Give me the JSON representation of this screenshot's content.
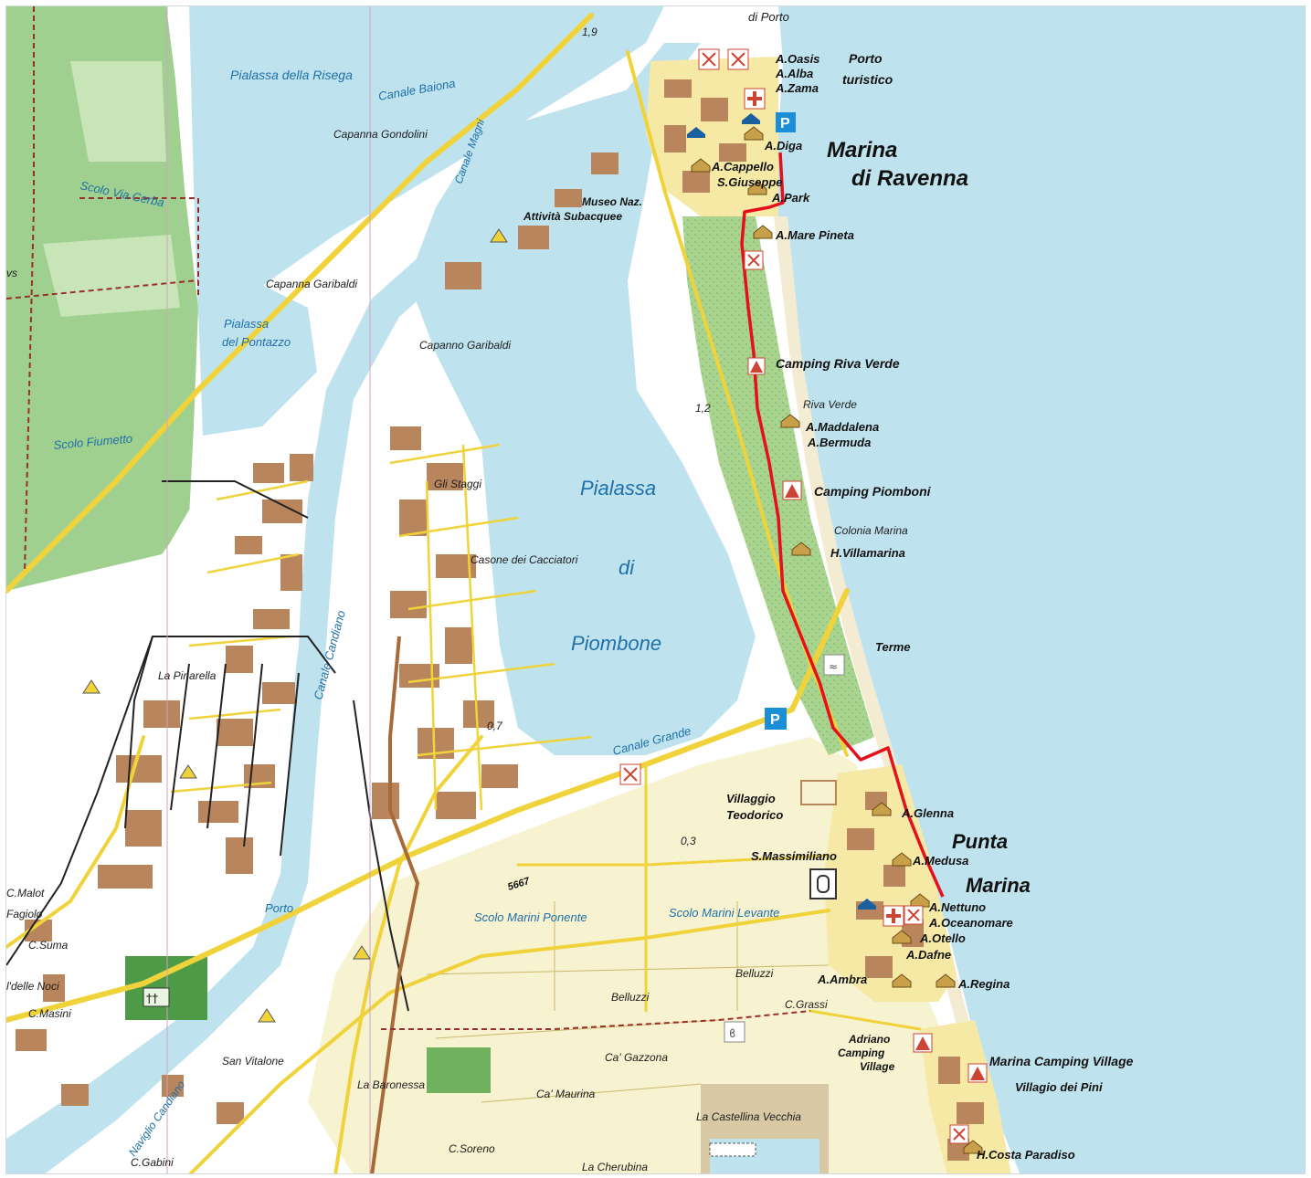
{
  "colors": {
    "sea": "#bfe3ee",
    "lagoon": "#bfe3ee",
    "land": "#ffffff",
    "agri": "#f7f2cf",
    "marsh": "#9fd08f",
    "pine": "#a9d48f",
    "road_main": "#f0d33a",
    "building": "#b9855c",
    "route": "#e4101c",
    "rail": "#222222",
    "boundary": "#9b2d2d",
    "water_text": "#1f6fa8"
  },
  "towns": {
    "marina_ravenna_1": "Marina",
    "marina_ravenna_2": "di Ravenna",
    "punta_marina_1": "Punta",
    "punta_marina_2": "Marina"
  },
  "water_labels": {
    "pialassa_1": "Pialassa",
    "pialassa_2": "di",
    "pialassa_3": "Piombone",
    "pialassa_risega": "Pialassa della Risega",
    "pialassa_pontazzo_1": "Pialassa",
    "pialassa_pontazzo_2": "del Pontazzo",
    "canale_baiona": "Canale Baiona",
    "canale_magni": "Canale Magni",
    "scolo_via_cerba": "Scolo Via Cerba",
    "scolo_fiumetto": "Scolo Fiumetto",
    "canale_candiano": "Canale Candiano",
    "canale_grande": "Canale Grande",
    "scolo_marini_ponente": "Scolo Marini Ponente",
    "scolo_marini_levante": "Scolo Marini Levante",
    "naviglio_candiano": "Naviglio Candiano",
    "porto": "Porto"
  },
  "places": {
    "di_porto": "di Porto",
    "capanna_gondolini": "Capanna Gondolini",
    "capanna_garibaldi": "Capanna Garibaldi",
    "capanno_garibaldi": "Capanno Garibaldi",
    "gli_staggi": "Gli Staggi",
    "casone_cacciatori": "Casone dei Cacciatori",
    "la_pinarella": "La Pinarella",
    "c_malot": "C.Malot",
    "fagiolo": "Fagiolo",
    "c_suma": "C.Suma",
    "delle_noci": "l'delle Noci",
    "c_masini": "C.Masini",
    "san_vitale": "San Vitalone",
    "la_baronessa": "La Baronessa",
    "c_gabini": "C.Gabini",
    "c_soreno": "C.Soreno",
    "la_cherubina": "La Cherubina",
    "la_castellina": "La Castellina Vecchia",
    "ca_maurina": "Ca' Maurina",
    "ca_gazzona": "Ca' Gazzona",
    "belluzzi": "Belluzzi",
    "belluzzi2": "Belluzzi",
    "c_grassi": "C.Grassi",
    "villaggio_1": "Villaggio",
    "villaggio_2": "Teodorico",
    "s_massimiliano": "S.Massimiliano",
    "terme": "Terme",
    "colonia_marina": "Colonia Marina",
    "riva_verde": "Riva Verde",
    "museo_1": "Museo Naz.",
    "museo_2": "Attività Subacquee",
    "road_5667": "5667",
    "km_19": "1,9",
    "km_12": "1,2",
    "km_07": "0,7",
    "km_03": "0,3",
    "vs": "vs"
  },
  "pois": {
    "oasis": "A.Oasis",
    "porto_turistico_1": "Porto",
    "porto_turistico_2": "turistico",
    "alba": "A.Alba",
    "zama": "A.Zama",
    "diga": "A.Diga",
    "cappello": "A.Cappello",
    "s_giuseppe": "S.Giuseppe",
    "park": "A.Park",
    "mare_pineta": "A.Mare Pineta",
    "camping_riva_verde": "Camping Riva Verde",
    "maddalena": "A.Maddalena",
    "bermuda": "A.Bermuda",
    "camping_piomboni": "Camping Piomboni",
    "villamarina": "H.Villamarina",
    "glenna": "A.Glenna",
    "medusa": "A.Medusa",
    "nettuno": "A.Nettuno",
    "oceanomare": "A.Oceanomare",
    "otello": "A.Otello",
    "dafne": "A.Dafne",
    "ambra": "A.Ambra",
    "regina": "A.Regina",
    "adriano_1": "Adriano",
    "adriano_2": "Camping",
    "adriano_3": "Village",
    "marina_camping": "Marina Camping Village",
    "villaggio_pini": "Villagio dei Pini",
    "costa_paradiso": "H.Costa Paradiso",
    "parking_1": "P",
    "parking_2": "P"
  }
}
